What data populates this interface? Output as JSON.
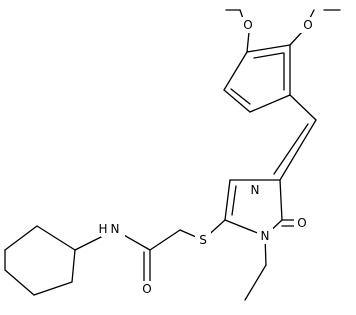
{
  "atom_labels": {
    "methoxy_o_left": "O",
    "methoxy_o_right": "O",
    "imidazole_n_top": "N",
    "carbonyl_o_ring": "O",
    "imidazole_n_ethyl": "N",
    "thioether_s": "S",
    "amide_nh": "N",
    "amide_h": "H",
    "amide_carbonyl_o": "O"
  }
}
